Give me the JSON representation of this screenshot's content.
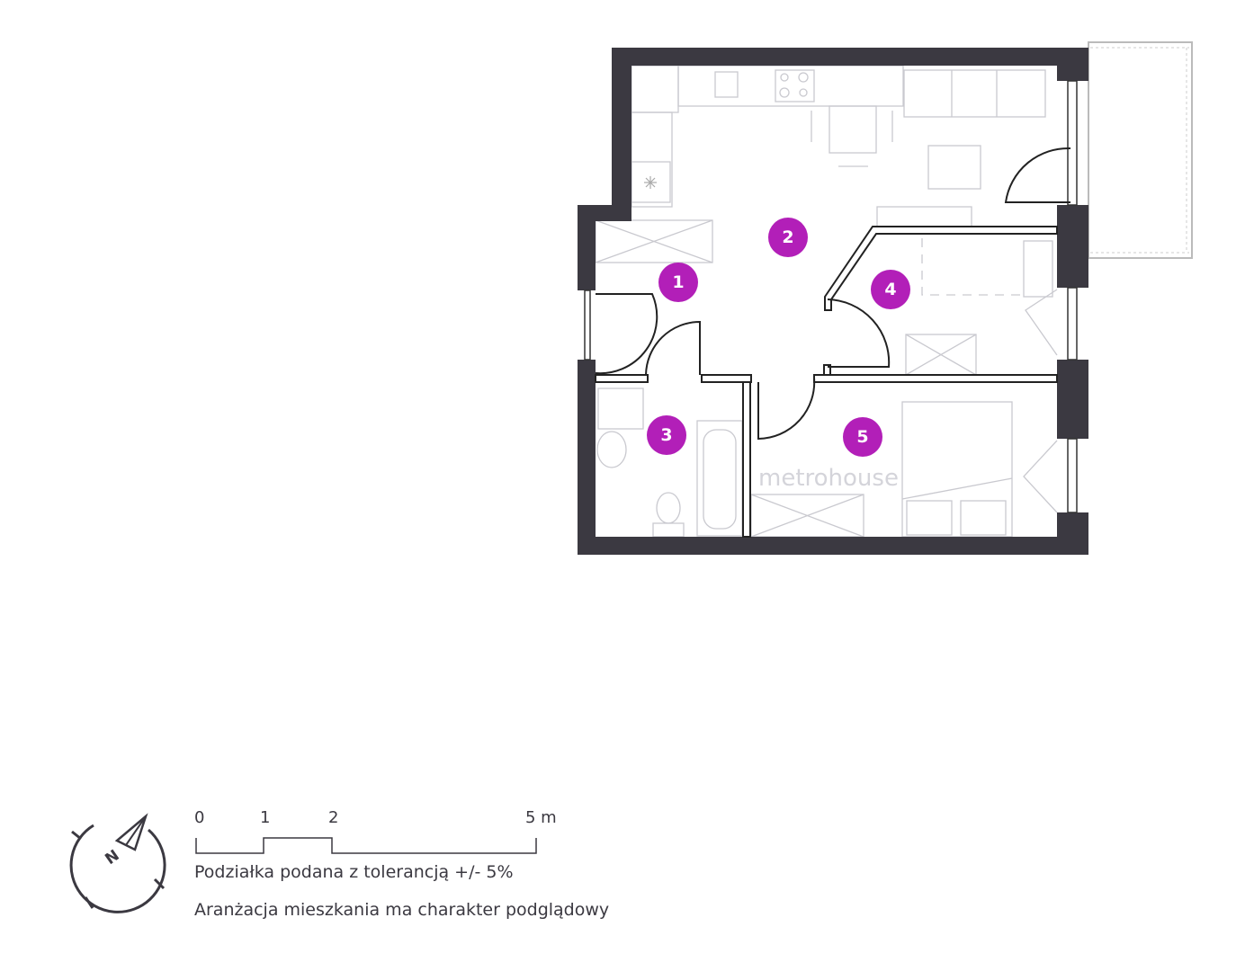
{
  "rooms": [
    {
      "number": "1"
    },
    {
      "number": "2"
    },
    {
      "number": "3"
    },
    {
      "number": "4"
    },
    {
      "number": "5"
    }
  ],
  "scale": {
    "ticks": [
      "0",
      "1",
      "2",
      "5 m"
    ]
  },
  "notes": {
    "tolerance": "Podziałka podana z tolerancją +/- 5%",
    "disclaimer": "Aranżacja mieszkania ma charakter podglądowy"
  },
  "compass": {
    "label": "N"
  },
  "watermark": "metrohouse",
  "colors": {
    "wall": "#3b3941",
    "badge": "#b21fb8"
  }
}
